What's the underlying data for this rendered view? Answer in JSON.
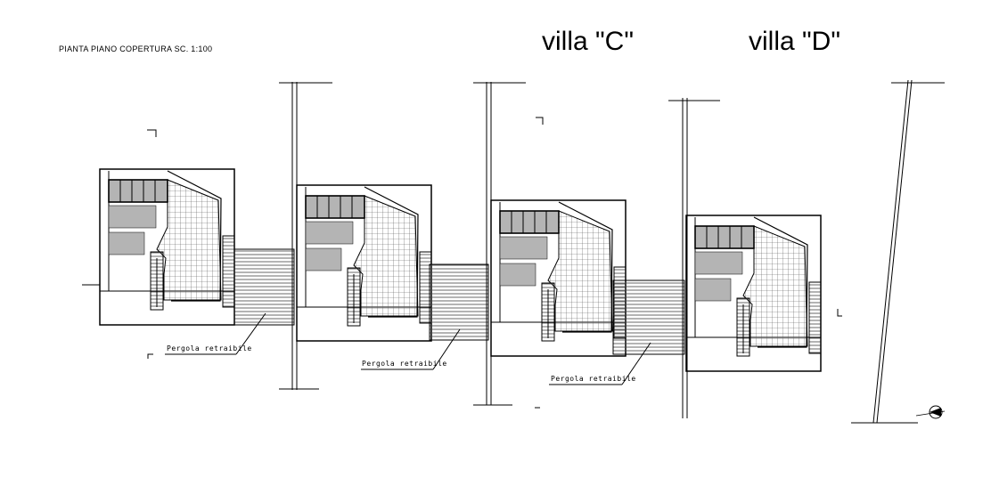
{
  "title": "PIANTA PIANO COPERTURA SC. 1:100",
  "villas": [
    {
      "label": "villa \"C\""
    },
    {
      "label": "villa \"D\""
    }
  ],
  "pergolas": [
    {
      "label": "Pergola retraibile"
    },
    {
      "label": "Pergola retraibile"
    },
    {
      "label": "Pergola retraibile"
    }
  ],
  "colors": {
    "line": "#000000",
    "panel": "#b4b4b4",
    "grid": "#555555"
  }
}
